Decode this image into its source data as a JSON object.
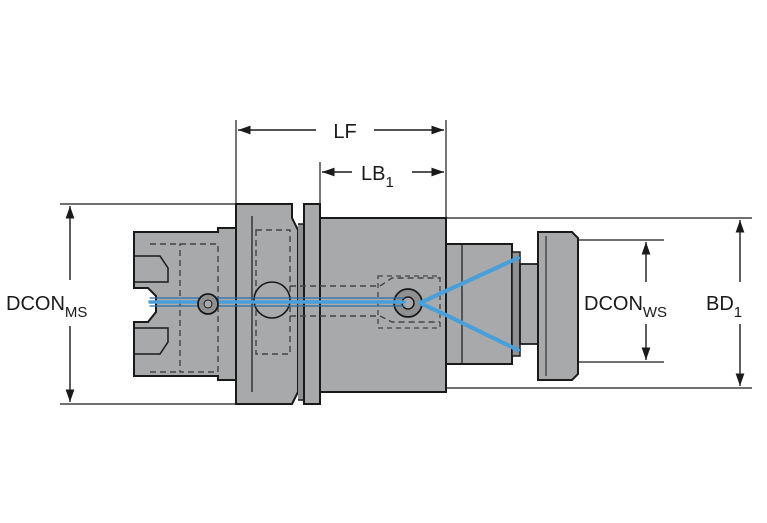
{
  "labels": {
    "lf": "LF",
    "lb": {
      "main": "LB",
      "sub": "1"
    },
    "dcon_ms": {
      "main": "DCON",
      "sub": "MS"
    },
    "dcon_ws": {
      "main": "DCON",
      "sub": "WS"
    },
    "bd": {
      "main": "BD",
      "sub": "1"
    }
  },
  "colors": {
    "body": "#a7a9ab",
    "outline": "#1a1a1a",
    "coolant": "#4a9fd8",
    "hidden_line": "#444444"
  }
}
